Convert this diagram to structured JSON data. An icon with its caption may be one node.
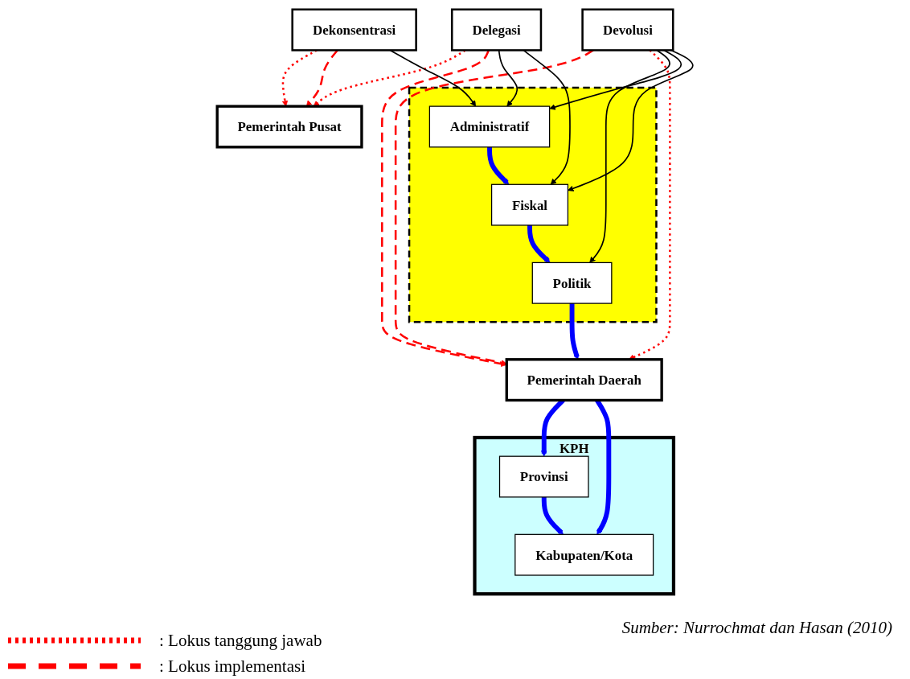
{
  "diagram": {
    "caption": "Sumber: Nurrochmat dan Hasan (2010)",
    "nodes": [
      {
        "text": [
          "Pemerintah Pusat"
        ]
      },
      {
        "text": [
          "Dekonsentrasi"
        ]
      },
      {
        "text": [
          "Delegasi"
        ]
      },
      {
        "text": [
          "Devolusi"
        ]
      },
      {
        "text": [],
        "shape": "box"
      },
      {
        "text": [
          "Administratif"
        ],
        "in": 4
      },
      {
        "text": [
          "Fiskal"
        ],
        "in": 4
      },
      {
        "text": [
          "Politik"
        ],
        "in": 4
      },
      {
        "text": [
          "Pemerintah Daerah"
        ]
      },
      {
        "text": [
          "KPH"
        ]
      },
      {
        "text": [
          "Provinsi"
        ],
        "in": 9
      },
      {
        "text": [
          "Kabupaten/Kota"
        ],
        "in": 9
      }
    ],
    "edges": [
      {
        "from": 1,
        "to": 0,
        "arrow": "to",
        "style": "dashed",
        "color": "#ff0000"
      },
      {
        "from": 1,
        "to": 0,
        "arrow": "to",
        "style": "dashed",
        "color": "#ff0000"
      },
      {
        "from": 2,
        "to": 0,
        "arrow": "to",
        "style": "dashed",
        "color": "#ff0000"
      },
      {
        "from": 2,
        "to": 8,
        "arrow": "to",
        "style": "dashed",
        "color": "#ff0000"
      },
      {
        "from": 3,
        "to": 8,
        "arrow": "to",
        "style": "dashed",
        "color": "#ff0000"
      },
      {
        "from": 3,
        "to": 8,
        "arrow": "to",
        "style": "dashed",
        "color": "#ff0000"
      },
      {
        "from": 1,
        "to": 5,
        "arrow": "to",
        "color": "#000000"
      },
      {
        "from": 2,
        "to": 5,
        "arrow": "to",
        "color": "#000000"
      },
      {
        "from": 2,
        "to": 6,
        "arrow": "to",
        "color": "#000000"
      },
      {
        "from": 3,
        "to": 7,
        "arrow": "to",
        "color": "#000000"
      },
      {
        "from": 3,
        "to": 5,
        "arrow": "to",
        "color": "#000000"
      },
      {
        "from": 3,
        "to": 6,
        "arrow": "to",
        "color": "#000000"
      },
      {
        "from": 5,
        "to": 6,
        "arrow": "to",
        "style": "thick",
        "color": "#0000ff"
      },
      {
        "from": 6,
        "to": 7,
        "arrow": "to",
        "style": "thick",
        "color": "#0000ff"
      },
      {
        "from": 7,
        "to": 8,
        "arrow": "to",
        "style": "thick",
        "color": "#0000ff"
      },
      {
        "from": 8,
        "to": 10,
        "arrow": "to",
        "style": "thick",
        "color": "#0000ff"
      },
      {
        "from": 8,
        "to": 11,
        "arrow": "to",
        "style": "thick",
        "color": "#0000ff"
      },
      {
        "from": 10,
        "to": 11,
        "arrow": "to",
        "style": "thick",
        "color": "#0000ff"
      }
    ],
    "legend": [
      {
        "text": ": Lokus tanggung jawab"
      },
      {
        "text": ": Lokus implementasi"
      }
    ]
  }
}
